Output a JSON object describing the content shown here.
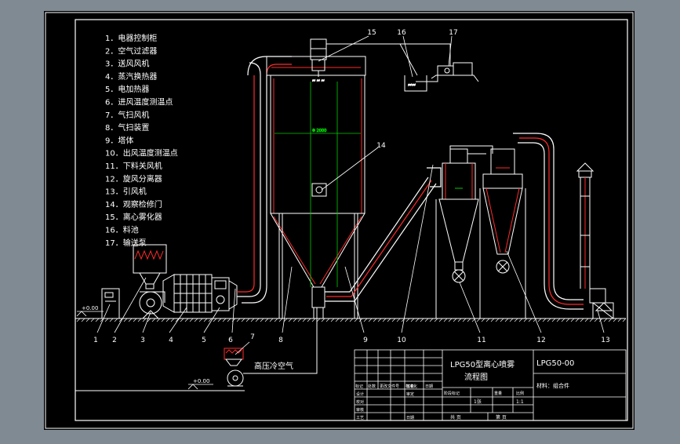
{
  "legend": {
    "items": [
      "1．电器控制柜",
      "2．空气过滤器",
      "3．送风风机",
      "4．蒸汽换热器",
      "5．电加热器",
      "6．进风温度测温点",
      "7．气扫风机",
      "8．气扫装置",
      "9．塔体",
      "10．出风温度测温点",
      "11．下料关风机",
      "12．旋风分离器",
      "13．引风机",
      "14．观察检修门",
      "15．离心雾化器",
      "16．料池",
      "17．输送泵"
    ]
  },
  "callouts": [
    "1",
    "2",
    "3",
    "4",
    "5",
    "6",
    "7",
    "8",
    "9",
    "10",
    "11",
    "12",
    "13",
    "14",
    "15",
    "16",
    "17"
  ],
  "level_marks": [
    "+0.00",
    "+0.00"
  ],
  "annotation": "高压冷空气",
  "title_block": {
    "title_line1": "LPG50型离心喷雾",
    "title_line2": "流程图",
    "drawing_no": "LPG50-00",
    "material": "材料：组合件",
    "scale": "1:1",
    "sheet": "1张",
    "sheet_a": "共 页",
    "sheet_b": "第 页",
    "headers": [
      "标记",
      "处数",
      "更改文件号",
      "签名",
      "日期"
    ],
    "left_col": [
      "设计",
      "校对",
      "审核",
      "工艺"
    ],
    "mid_row": [
      "标准化",
      "",
      "阶段标记",
      "重量",
      "比例"
    ],
    "approve": [
      "审定",
      "日期"
    ]
  },
  "colors": {
    "background": "#000000",
    "frame": "#ffffff",
    "equipment": "#ffffff",
    "pipe_red": "#ff2a2a",
    "dimension": "#00cc00",
    "accent_yellow": "#ffff00",
    "outer": "#808a93"
  }
}
